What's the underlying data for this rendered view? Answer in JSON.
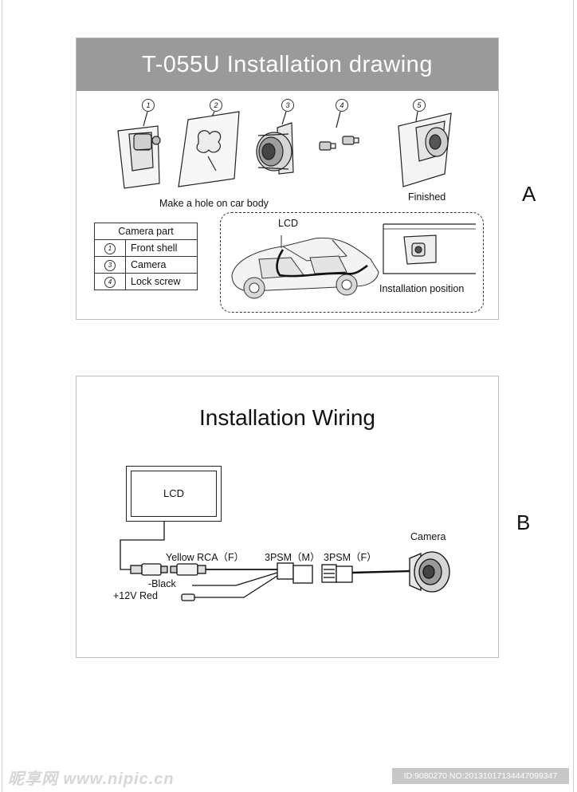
{
  "section_a": {
    "title": "T-055U  Installation  drawing",
    "letter": "A",
    "steps": [
      "1",
      "2",
      "3",
      "4",
      "5"
    ],
    "captions": {
      "hole": "Make a hole on car body",
      "finished": "Finished",
      "lcd": "LCD",
      "position": "Installation  position"
    },
    "parts_table": {
      "header": "Camera  part",
      "rows": [
        {
          "num": "1",
          "name": "Front shell"
        },
        {
          "num": "3",
          "name": "Camera"
        },
        {
          "num": "4",
          "name": "Lock screw"
        }
      ]
    }
  },
  "section_b": {
    "title": "Installation  Wiring",
    "letter": "B",
    "lcd": "LCD",
    "camera": "Camera",
    "connectors": {
      "rca": "Yellow RCA（F）",
      "psm_m": "3PSM（M）",
      "psm_f": "3PSM（F）"
    },
    "wires": {
      "black": "-Black",
      "red": "+12V Red"
    }
  },
  "watermark": {
    "left": "昵享网 www.nipic.cn",
    "right": "ID:9080270 NO:20131017134447099347"
  }
}
